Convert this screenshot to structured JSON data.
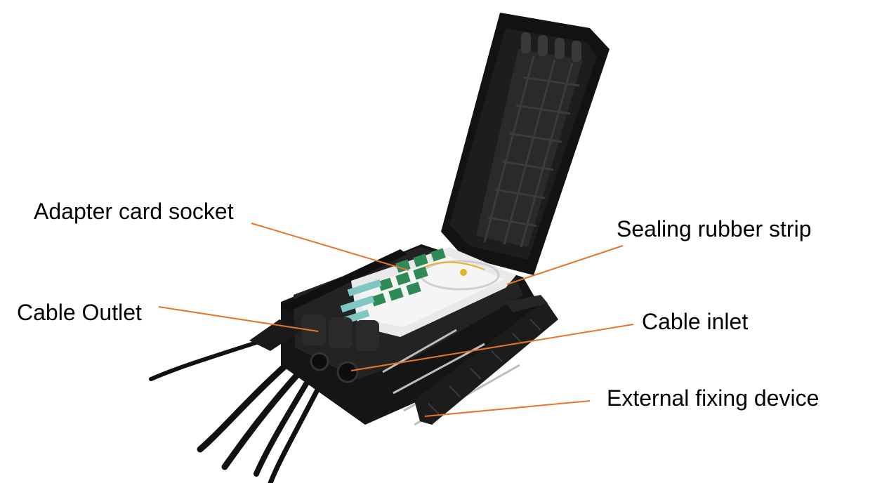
{
  "labels": {
    "adapter_card_socket": "Adapter card socket",
    "sealing_rubber_strip": "Sealing rubber strip",
    "cable_outlet": "Cable Outlet",
    "cable_inlet": "Cable inlet",
    "external_fixing_device": "External fixing device"
  },
  "colors": {
    "leader_line": "#e8742a",
    "enclosure": "#1b1b1b",
    "tray": "#e9e9ea",
    "adapter": "#2e8b57",
    "connector": "#7fc7c2"
  },
  "icons": {
    "product": "fiber-terminal-box-image"
  }
}
